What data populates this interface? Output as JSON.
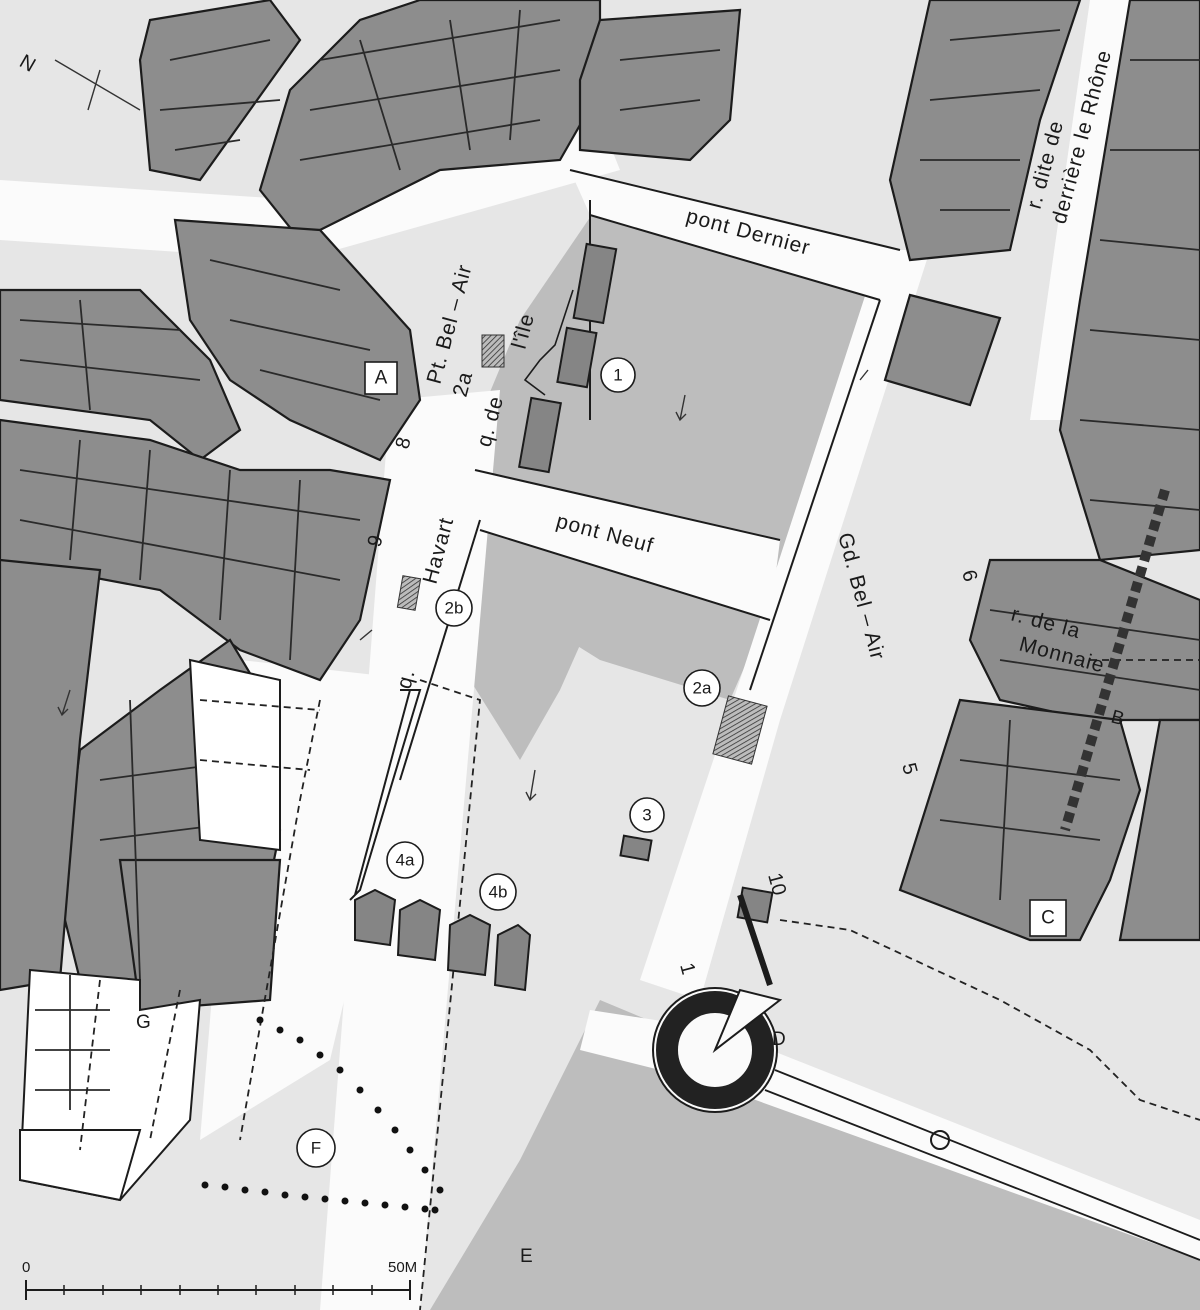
{
  "map": {
    "north_label": "N",
    "streets": {
      "pt_bel_air": "Pt. Bel – Air",
      "q_de_l_ile_1": "q. de",
      "q_de_l_ile_2": "l'île",
      "q_havart_1": "q.",
      "q_havart_2": "Havart",
      "pont_dernier": "pont Dernier",
      "pont_neuf": "pont Neuf",
      "gd_bel_air": "Gd. Bel – Air",
      "rue_rhone_1": "r. dite de",
      "rue_rhone_2": "derrière le Rhône",
      "rue_monnaie_1": "r. de la",
      "rue_monnaie_2": "Monnaie"
    },
    "numbers": {
      "n1": "1",
      "n5": "5",
      "n6": "6",
      "n8": "8",
      "n9": "9",
      "n10": "10"
    },
    "circled": {
      "c1": "1",
      "c2a_left": "2a",
      "c2b": "2b",
      "c2a_right": "2a",
      "c3": "3",
      "c4a": "4a",
      "c4b": "4b",
      "cF": "F"
    },
    "letters": {
      "A": "A",
      "B": "B",
      "C": "C",
      "D": "D",
      "E": "E",
      "G": "G"
    },
    "scale": {
      "start": "0",
      "end": "50M"
    }
  },
  "colors": {
    "river": "#bdbdbd",
    "block": "#8d8d8d",
    "road": "#fbfbfb",
    "ink": "#1c1c1c"
  }
}
